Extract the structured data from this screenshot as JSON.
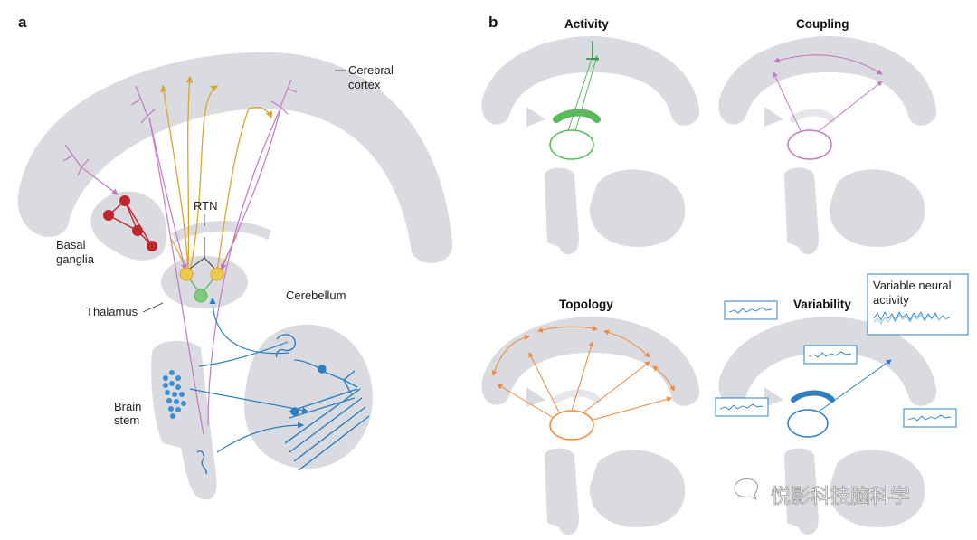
{
  "panels": {
    "a": "a",
    "b": "b"
  },
  "panel_a": {
    "cerebral_cortex": [
      "Cerebral",
      "cortex"
    ],
    "rtn": "RTN",
    "basal_ganglia": [
      "Basal",
      "ganglia"
    ],
    "thalamus": "Thalamus",
    "cerebellum": "Cerebellum",
    "brain_stem": [
      "Brain",
      "stem"
    ]
  },
  "panel_b": {
    "activity": "Activity",
    "coupling": "Coupling",
    "topology": "Topology",
    "variability": "Variability",
    "variable_neural_activity": [
      "Variable neural",
      "activity"
    ]
  },
  "watermark": "悦影科技脑科学",
  "colors": {
    "region_gray": "#d9dbe0",
    "red": "#c0272d",
    "pink": "#c47ac0",
    "gold": "#d6a631",
    "green": "#5cb85c",
    "blue": "#2d7fc1",
    "orange": "#f08a3a",
    "dark_neuron": "#4a4f5e"
  }
}
